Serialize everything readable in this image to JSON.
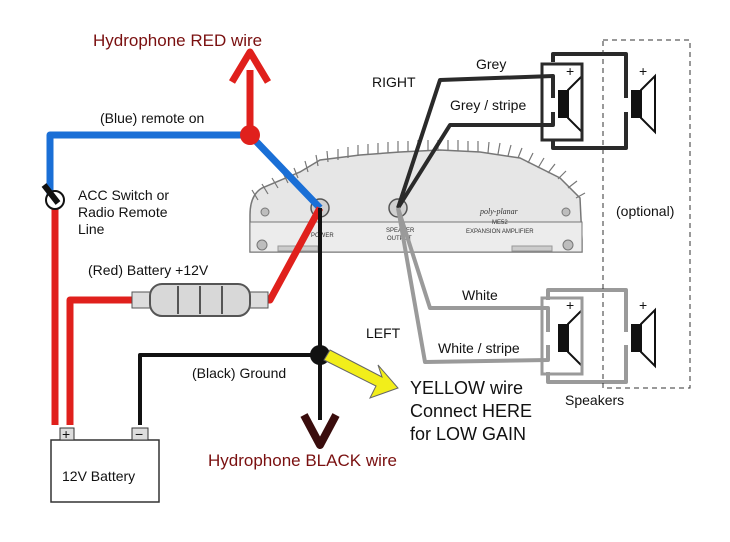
{
  "labels": {
    "hydrophone_red": "Hydrophone RED wire",
    "hydrophone_black": "Hydrophone BLACK wire",
    "remote_on": "(Blue)  remote on",
    "acc_switch_1": "ACC Switch or",
    "acc_switch_2": "Radio Remote",
    "acc_switch_3": "Line",
    "battery_12v": "(Red)  Battery +12V",
    "ground": "(Black)  Ground",
    "battery_box": "12V Battery",
    "right": "RIGHT",
    "left": "LEFT",
    "grey": "Grey",
    "grey_stripe": "Grey / stripe",
    "white": "White",
    "white_stripe": "White / stripe",
    "optional": "(optional)",
    "speakers": "Speakers",
    "yellow_1": "YELLOW wire",
    "yellow_2": "Connect HERE",
    "yellow_3": "for LOW GAIN"
  },
  "amplifier": {
    "brand": "poly-planar",
    "model": "ME52",
    "subtitle": "EXPANSION AMPLIFIER",
    "power_label": "POWER",
    "speaker_label_1": "SPEAKER",
    "speaker_label_2": "OUTPUT"
  },
  "symbols": {
    "plus": "+",
    "minus": "−"
  },
  "colors": {
    "red_wire": "#e0201c",
    "blue_wire": "#1a6fd6",
    "black_wire": "#111111",
    "grey_wire": "#9a9a9a",
    "yellow_wire": "#f2ee1a",
    "hydrophone_black": "#3a0d0d"
  }
}
